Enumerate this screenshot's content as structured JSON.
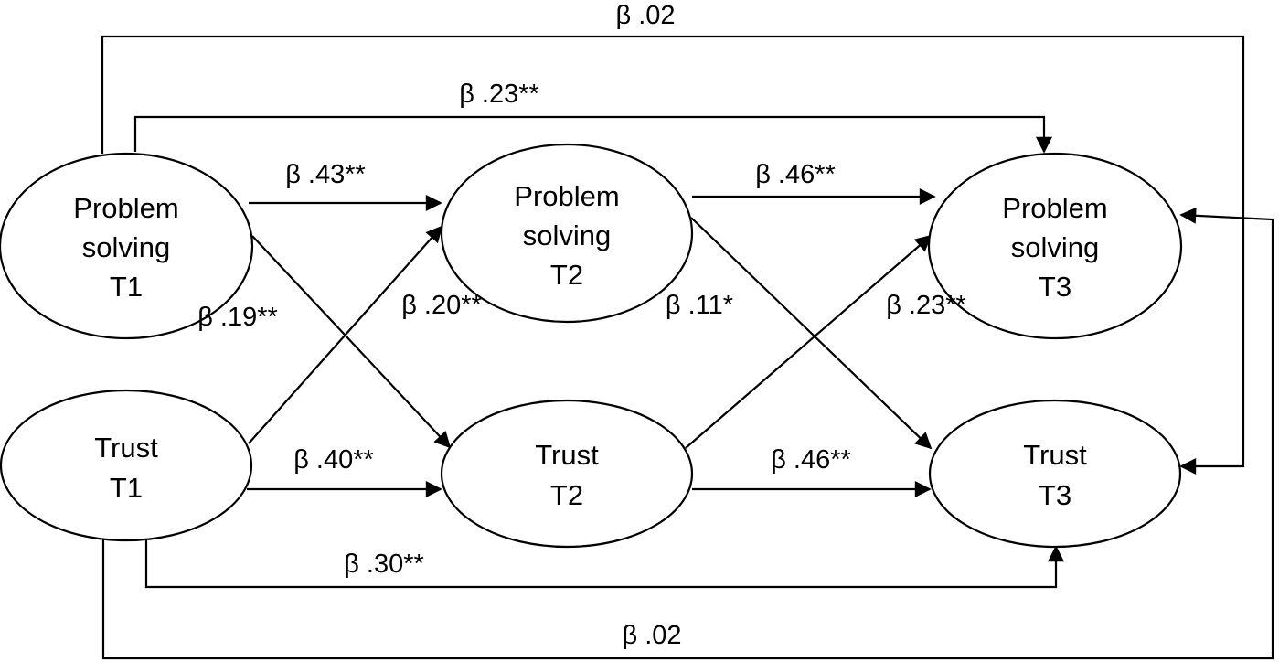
{
  "nodes": {
    "ps1": {
      "lines": [
        "Problem",
        "solving",
        "T1"
      ]
    },
    "ps2": {
      "lines": [
        "Problem",
        "solving",
        "T2"
      ]
    },
    "ps3": {
      "lines": [
        "Problem",
        "solving",
        "T3"
      ]
    },
    "tr1": {
      "lines": [
        "Trust",
        "T1"
      ]
    },
    "tr2": {
      "lines": [
        "Trust",
        "T2"
      ]
    },
    "tr3": {
      "lines": [
        "Trust",
        "T3"
      ]
    }
  },
  "paths": {
    "ps1_ps2": "β .43**",
    "ps2_ps3": "β .46**",
    "tr1_tr2": "β .40**",
    "tr2_tr3": "β .46**",
    "ps1_tr2": "β .19**",
    "tr1_ps2": "β .20**",
    "ps2_tr3": "β .11*",
    "tr2_ps3": "β .23**",
    "ps1_ps3": "β .23**",
    "tr1_tr3": "β .30**",
    "ps1_tr3": "β .02",
    "tr1_ps3": "β .02"
  }
}
